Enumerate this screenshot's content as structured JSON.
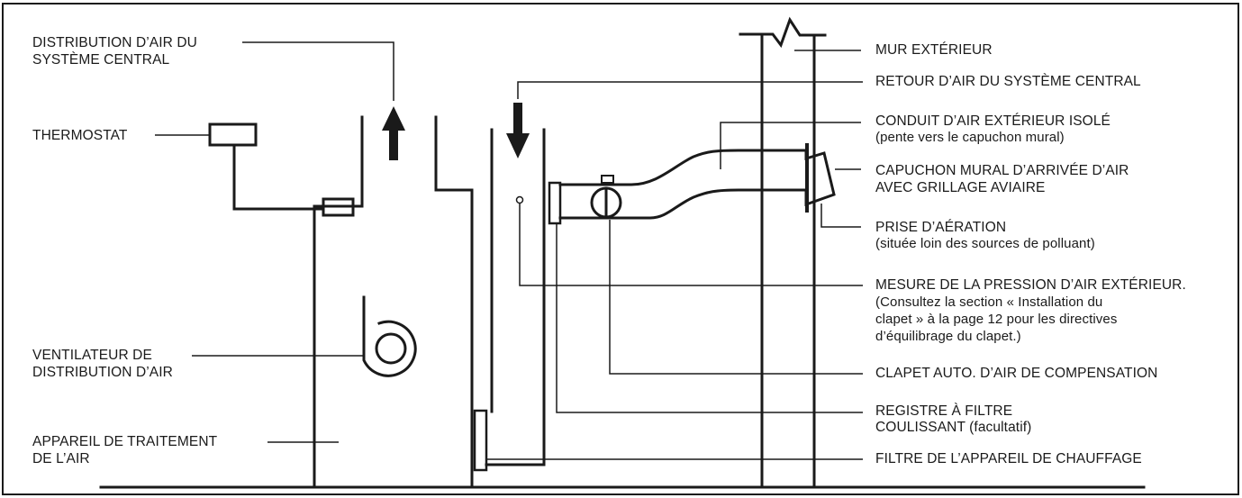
{
  "labels": {
    "distribution_air": "DISTRIBUTION D’AIR DU\nSYSTÈME CENTRAL",
    "thermostat": "THERMOSTAT",
    "ventilateur": "VENTILATEUR DE\nDISTRIBUTION D’AIR",
    "appareil": "APPAREIL DE TRAITEMENT\nDE L’AIR",
    "mur": "MUR EXTÉRIEUR",
    "retour": "RETOUR D’AIR DU SYSTÈME CENTRAL",
    "conduit_title": "CONDUIT D’AIR EXTÉRIEUR ISOLÉ",
    "conduit_note": "(pente vers le capuchon mural)",
    "capuchon": "CAPUCHON MURAL D’ARRIVÉE D’AIR\nAVEC GRILLAGE AVIAIRE",
    "prise_title": "PRISE D’AÉRATION",
    "prise_note": "(située loin des sources de polluant)",
    "mesure_title": "MESURE DE LA PRESSION D’AIR EXTÉRIEUR.",
    "mesure_note": "(Consultez la section « Installation du\nclapet » à la page 12 pour les directives\nd’équilibrage du clapet.)",
    "clapet": "CLAPET AUTO. D’AIR DE COMPENSATION",
    "registre_title": "REGISTRE À FILTRE",
    "registre_tail": "COULISSANT (facultatif)",
    "filtre": "FILTRE DE L’APPAREIL DE CHAUFFAGE"
  },
  "colors": {
    "line": "#1a1a1a",
    "background": "#ffffff"
  }
}
